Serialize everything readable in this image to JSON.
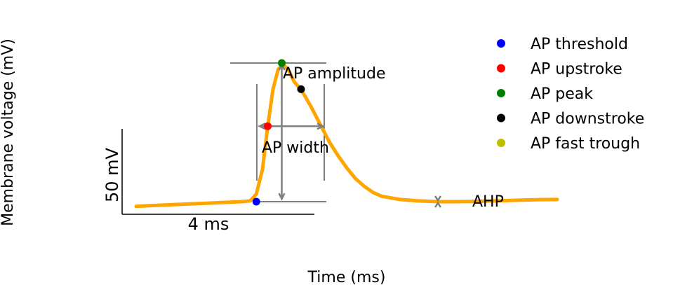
{
  "chart_data": {
    "type": "line",
    "xlabel": "Time (ms)",
    "ylabel": "Membrane voltage (mV)",
    "scalebar": {
      "time_label": "4 ms",
      "voltage_label": "50 mV"
    },
    "trace": {
      "color": "#ffa500",
      "points": [
        [
          0,
          -64
        ],
        [
          1,
          -63.5
        ],
        [
          2,
          -63
        ],
        [
          3,
          -62.5
        ],
        [
          4,
          -62
        ],
        [
          5,
          -61.5
        ],
        [
          6,
          -61
        ],
        [
          6.5,
          -60.5
        ],
        [
          6.85,
          -56
        ],
        [
          7.2,
          -40
        ],
        [
          7.5,
          -12
        ],
        [
          7.8,
          12
        ],
        [
          8.1,
          25
        ],
        [
          8.4,
          28
        ],
        [
          8.7,
          24
        ],
        [
          9.0,
          17
        ],
        [
          9.3,
          13
        ],
        [
          9.6,
          8
        ],
        [
          10.0,
          0
        ],
        [
          10.5,
          -11
        ],
        [
          11,
          -22
        ],
        [
          11.5,
          -31
        ],
        [
          12,
          -39
        ],
        [
          12.5,
          -46
        ],
        [
          13,
          -51
        ],
        [
          13.5,
          -55
        ],
        [
          14,
          -57.5
        ],
        [
          15,
          -59.5
        ],
        [
          16,
          -60.4
        ],
        [
          17.2,
          -61
        ],
        [
          18,
          -61
        ],
        [
          19,
          -60.9
        ],
        [
          20,
          -60.6
        ],
        [
          21,
          -60.3
        ],
        [
          22,
          -60
        ],
        [
          23,
          -59.7
        ],
        [
          24,
          -59.6
        ]
      ]
    },
    "features": [
      {
        "name": "AP threshold",
        "color": "#0000ff",
        "x": 6.85,
        "y": -61
      },
      {
        "name": "AP upstroke",
        "color": "#ff0000",
        "x": 7.5,
        "y": -12
      },
      {
        "name": "AP peak",
        "color": "#008000",
        "x": 8.3,
        "y": 29
      },
      {
        "name": "AP downstroke",
        "color": "#000000",
        "x": 9.4,
        "y": 12
      },
      {
        "name": "AP fast trough",
        "color": "#bfbf00",
        "x": 17.2,
        "y": -61
      }
    ],
    "annotations": {
      "amplitude_label": "AP amplitude",
      "width_label": "AP width",
      "ahp_label": "AHP",
      "arrow_color": "#808080"
    },
    "legend_position": "top-right",
    "grid": false
  }
}
